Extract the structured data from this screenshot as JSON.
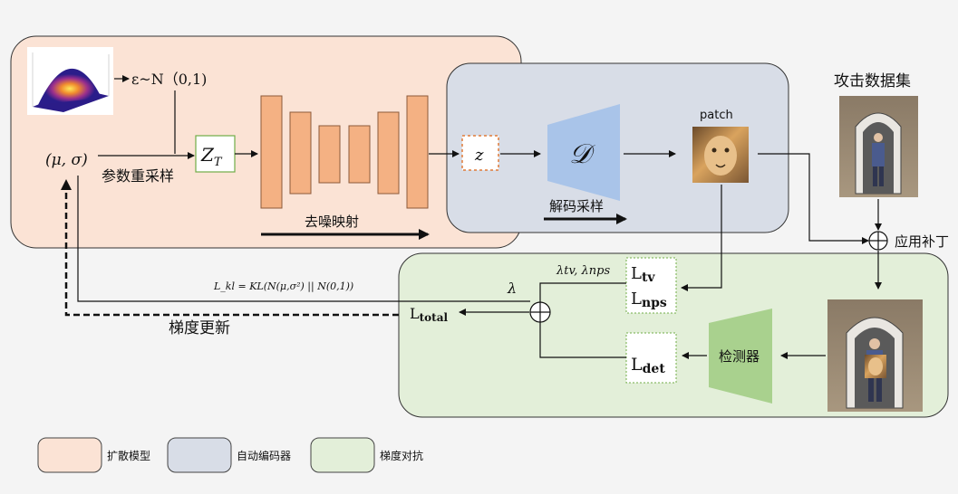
{
  "diffusion": {
    "noise_label": "ε~N（0,1)",
    "mu_sigma": "(μ, σ)",
    "reparam_label": "参数重采样",
    "zt_var": "Z",
    "zt_sub": "T",
    "denoise_label": "去噪映射"
  },
  "autoencoder": {
    "z_label": "z",
    "decoder_symbol": "𝒟",
    "patch_label": "patch",
    "decode_label": "解码采样"
  },
  "attack": {
    "dataset_label": "攻击数据集",
    "apply_patch_label": "应用补丁"
  },
  "loss": {
    "kl_formula": "L_kl = KL(N(μ,σ²) || N(0,1))",
    "lambda": "λ",
    "lambda_tv_nps": "λtv, λnps",
    "l_tv": "L",
    "l_tv_sub": "tv",
    "l_nps": "L",
    "l_nps_sub": "nps",
    "l_det": "L",
    "l_det_sub": "det",
    "l_total": "L",
    "l_total_sub": "total",
    "detector_label": "检测器",
    "grad_update": "梯度更新"
  },
  "legend": [
    {
      "label": "扩散模型",
      "color": "#fbe3d5"
    },
    {
      "label": "自动编码器",
      "color": "#d8dde7"
    },
    {
      "label": "梯度对抗",
      "color": "#e3efd9"
    }
  ],
  "colors": {
    "orange_block": "#f4b183",
    "decoder_blue": "#a9c4e9",
    "detector_green": "#a9d18e"
  }
}
